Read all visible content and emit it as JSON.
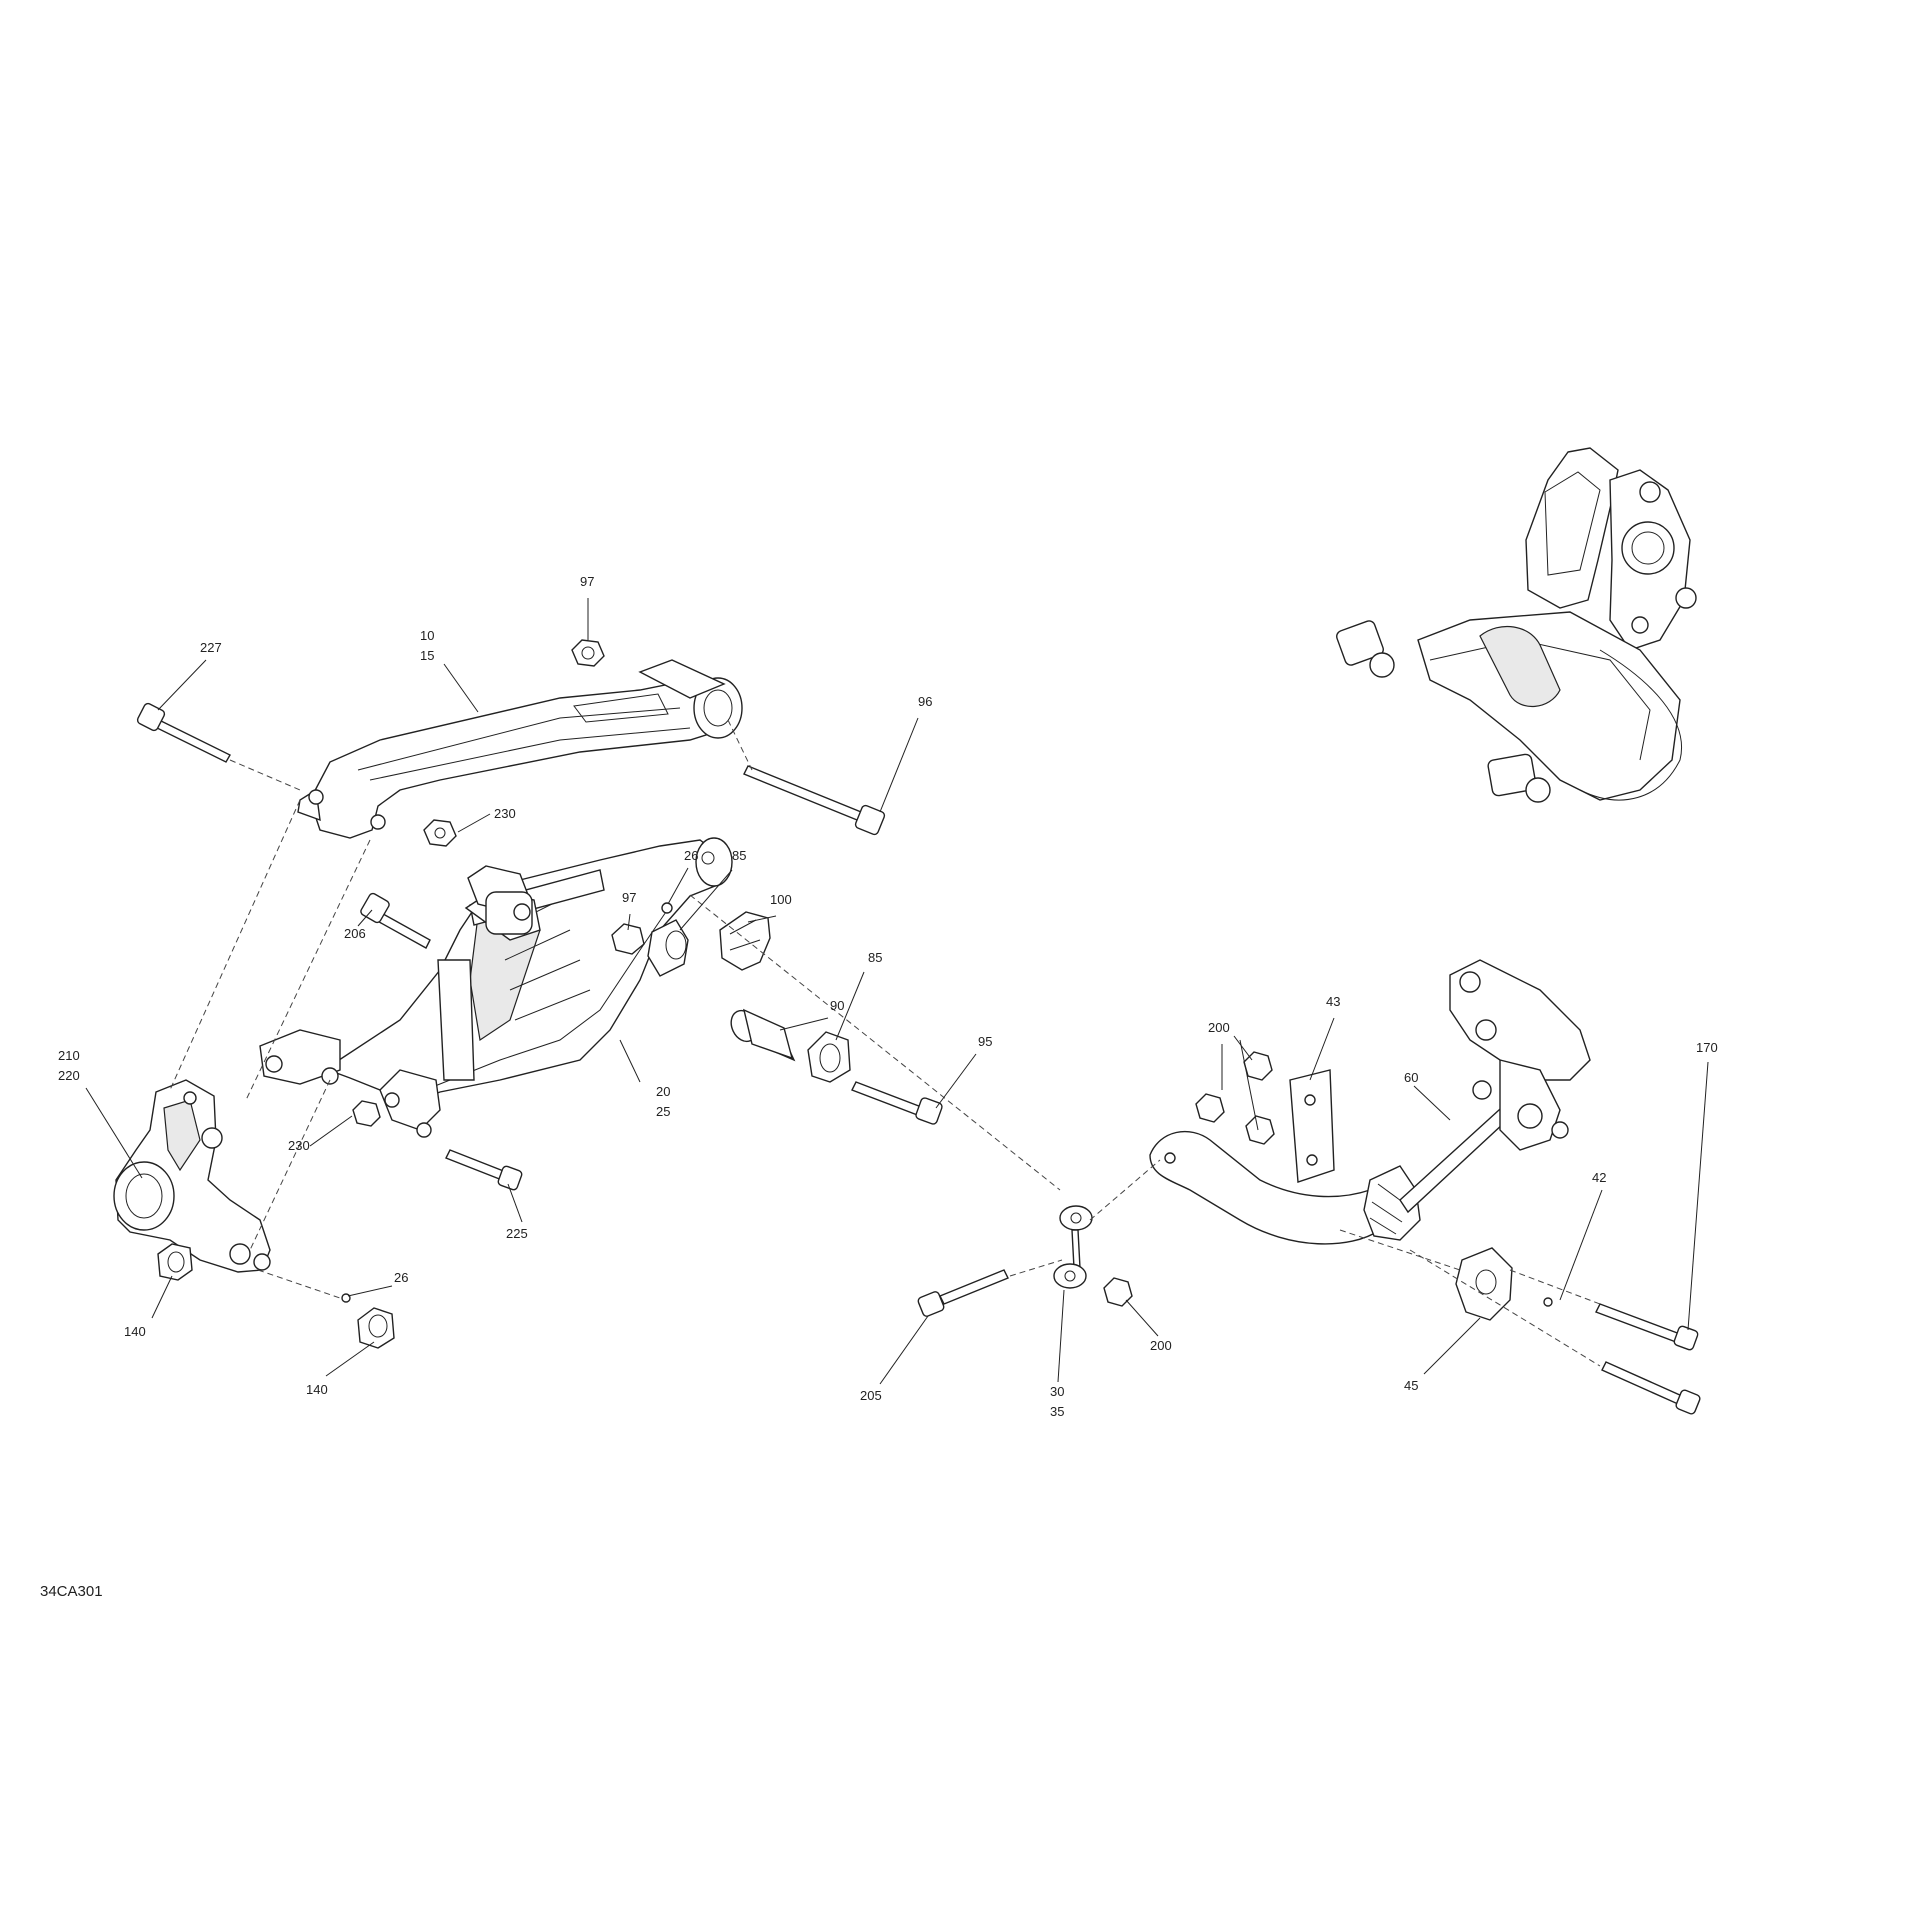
{
  "figure_id": "34CA301",
  "callouts": {
    "c227": "227",
    "c10": "10",
    "c15": "15",
    "c97a": "97",
    "c96": "96",
    "c230a": "230",
    "c26a": "26",
    "c85a": "85",
    "c97b": "97",
    "c100": "100",
    "c90": "90",
    "c85b": "85",
    "c95": "95",
    "c206": "206",
    "c210": "210",
    "c220": "220",
    "c230b": "230",
    "c20": "20",
    "c25": "25",
    "c225": "225",
    "c26b": "26",
    "c140a": "140",
    "c140b": "140",
    "c200a": "200",
    "c43": "43",
    "c60": "60",
    "c42": "42",
    "c170": "170",
    "c45": "45",
    "c205": "205",
    "c30": "30",
    "c35": "35",
    "c200b": "200"
  }
}
